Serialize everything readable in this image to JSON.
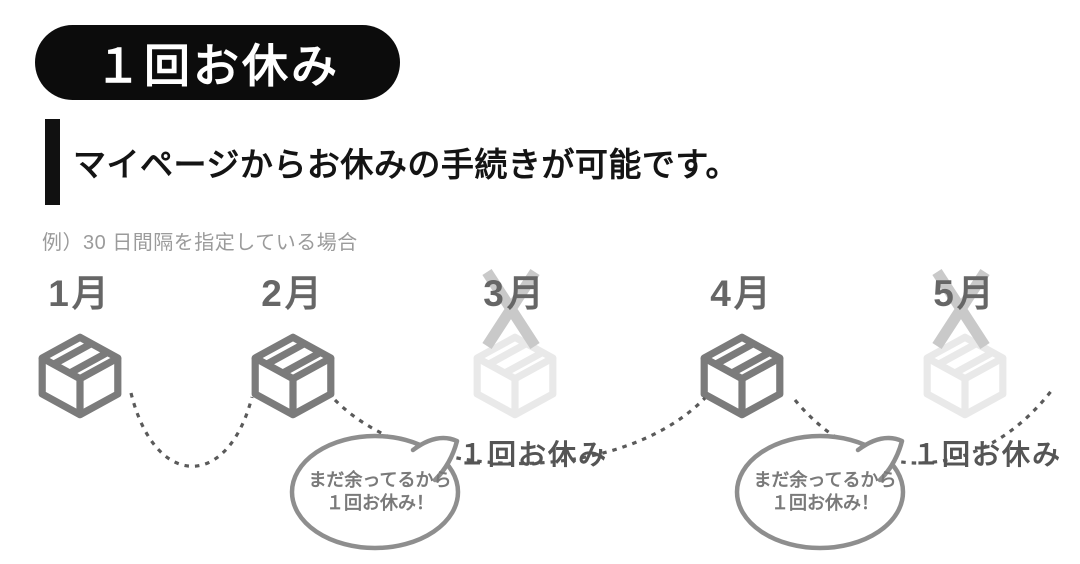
{
  "title_badge": {
    "label": "１回お休み"
  },
  "heading": {
    "text": "マイページからお休みの手続きが可能です。"
  },
  "example_note": "例）30 日間隔を指定している場合",
  "timeline": {
    "months": [
      {
        "label": "1月",
        "delivered": true,
        "skipped": false
      },
      {
        "label": "2月",
        "delivered": true,
        "skipped": false
      },
      {
        "label": "3月",
        "delivered": false,
        "skipped": true
      },
      {
        "label": "4月",
        "delivered": true,
        "skipped": false
      },
      {
        "label": "5月",
        "delivered": false,
        "skipped": true
      }
    ],
    "skip_labels": [
      "１回お休み",
      "１回お休み"
    ]
  },
  "speech_bubbles": [
    {
      "line1": "まだ余ってるから",
      "line2": "１回お休み！"
    },
    {
      "line1": "まだ余ってるから",
      "line2": "１回お休み！"
    }
  ],
  "colors": {
    "badge_bg": "#0c0c0c",
    "badge_text": "#ffffff",
    "accent_bar": "#111111",
    "heading_text": "#141414",
    "note_text": "#9b9b9b",
    "month_text": "#666666",
    "box_active": "#7b7b7b",
    "box_inactive": "#e9e9e9",
    "x_mark": "#c9c9c9",
    "dotted_line": "#5a5a5a",
    "skip_label_text": "#555555",
    "bubble_stroke": "#8e8e8e",
    "bubble_text": "#7a7a7a"
  }
}
